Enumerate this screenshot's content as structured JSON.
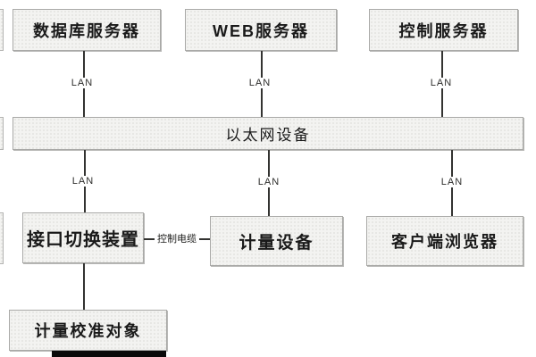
{
  "diagram": {
    "nodes": {
      "db_server": "数据库服务器",
      "web_server": "WEB服务器",
      "control_server": "控制服务器",
      "ethernet": "以太网设备",
      "interface_switch": "接口切换装置",
      "metering_device": "计量设备",
      "client_browser": "客户端浏览器",
      "calibration_target": "计量校准对象"
    },
    "labels": {
      "lan": "LAN",
      "control_cable": "控制电缆"
    },
    "connections": [
      {
        "from": "数据库服务器",
        "to": "以太网设备",
        "label": "LAN"
      },
      {
        "from": "WEB服务器",
        "to": "以太网设备",
        "label": "LAN"
      },
      {
        "from": "控制服务器",
        "to": "以太网设备",
        "label": "LAN"
      },
      {
        "from": "以太网设备",
        "to": "接口切换装置",
        "label": "LAN"
      },
      {
        "from": "以太网设备",
        "to": "计量设备",
        "label": "LAN"
      },
      {
        "from": "以太网设备",
        "to": "客户端浏览器",
        "label": "LAN"
      },
      {
        "from": "接口切换装置",
        "to": "计量设备",
        "label": "控制电缆"
      },
      {
        "from": "接口切换装置",
        "to": "计量校准对象",
        "label": ""
      }
    ],
    "colors": {
      "background": "#ffffff",
      "node_fill": "#f3f3f1",
      "node_border": "#a9a9a7",
      "connector": "#333331",
      "text": "#1a1a1a",
      "bottom_bar": "#0a0a0a"
    }
  }
}
